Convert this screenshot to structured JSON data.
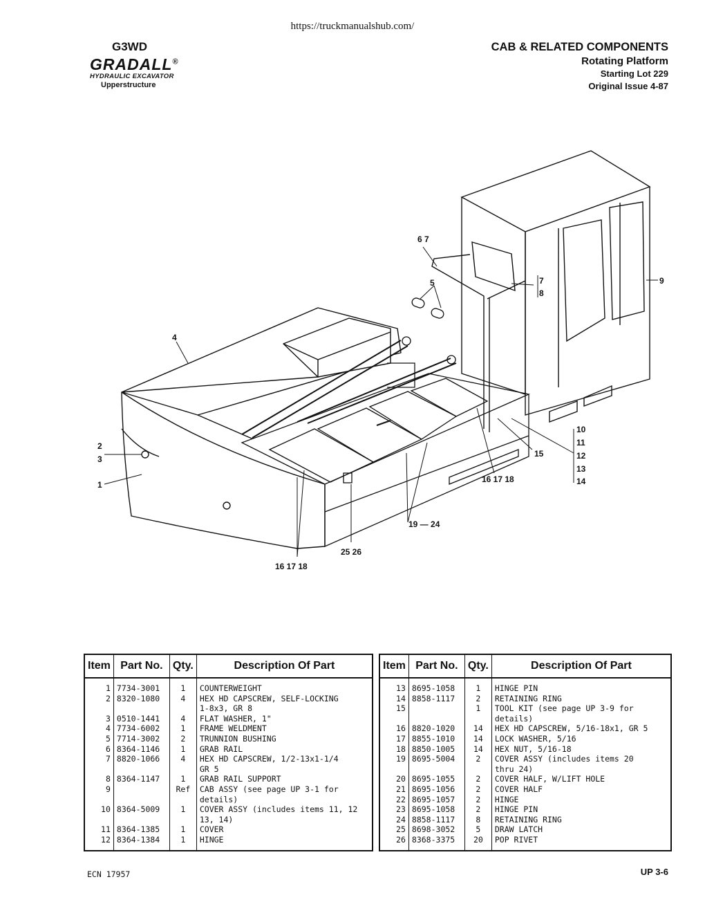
{
  "source_url": "https://truckmanualshub.com/",
  "header": {
    "model": "G3WD",
    "brand": "GRADALL",
    "brand_mark": "®",
    "product": "HYDRAULIC EXCAVATOR",
    "section": "Upperstructure",
    "title": "CAB & RELATED COMPONENTS",
    "subtitle": "Rotating Platform",
    "lot": "Starting Lot 229",
    "issue": "Original Issue 4-87"
  },
  "callouts": {
    "c6_7": "6  7",
    "c5": "5",
    "c7": "7",
    "c8": "8",
    "c9": "9",
    "c4": "4",
    "c2": "2",
    "c3": "3",
    "c1": "1",
    "c10": "10",
    "c11": "11",
    "c12": "12",
    "c13": "13",
    "c14": "14",
    "c15": "15",
    "c16_18a": "16  17  18",
    "c19_24": "19 — 24",
    "c25_26": "25  26",
    "c16_18b": "16  17  18"
  },
  "table": {
    "headers": [
      "Item",
      "Part No.",
      "Qty.",
      "Description Of Part"
    ],
    "left": [
      {
        "item": "1",
        "part": "7734-3001",
        "qty": "1",
        "desc": "COUNTERWEIGHT"
      },
      {
        "item": "2",
        "part": "8320-1080",
        "qty": "4",
        "desc": "HEX HD CAPSCREW, SELF-LOCKING"
      },
      {
        "item": "",
        "part": "",
        "qty": "",
        "desc": "1-8x3, GR 8"
      },
      {
        "item": "3",
        "part": "0510-1441",
        "qty": "4",
        "desc": "FLAT WASHER, 1\""
      },
      {
        "item": "4",
        "part": "7734-6002",
        "qty": "1",
        "desc": "FRAME WELDMENT"
      },
      {
        "item": "5",
        "part": "7714-3002",
        "qty": "2",
        "desc": "TRUNNION BUSHING"
      },
      {
        "item": "6",
        "part": "8364-1146",
        "qty": "1",
        "desc": "GRAB RAIL"
      },
      {
        "item": "7",
        "part": "8820-1066",
        "qty": "4",
        "desc": "HEX HD CAPSCREW, 1/2-13x1-1/4"
      },
      {
        "item": "",
        "part": "",
        "qty": "",
        "desc": "GR 5"
      },
      {
        "item": "8",
        "part": "8364-1147",
        "qty": "1",
        "desc": "GRAB RAIL SUPPORT"
      },
      {
        "item": "9",
        "part": "",
        "qty": "Ref",
        "desc": "CAB ASSY (see page UP 3-1 for"
      },
      {
        "item": "",
        "part": "",
        "qty": "",
        "desc": "details)"
      },
      {
        "item": "10",
        "part": "8364-5009",
        "qty": "1",
        "desc": "COVER ASSY (includes items 11, 12"
      },
      {
        "item": "",
        "part": "",
        "qty": "",
        "desc": "13, 14)"
      },
      {
        "item": "11",
        "part": "8364-1385",
        "qty": "1",
        "desc": "COVER"
      },
      {
        "item": "12",
        "part": "8364-1384",
        "qty": "1",
        "desc": "HINGE"
      }
    ],
    "right": [
      {
        "item": "13",
        "part": "8695-1058",
        "qty": "1",
        "desc": "HINGE PIN"
      },
      {
        "item": "14",
        "part": "8858-1117",
        "qty": "2",
        "desc": "RETAINING RING"
      },
      {
        "item": "15",
        "part": "",
        "qty": "1",
        "desc": "TOOL KIT (see page UP 3-9 for"
      },
      {
        "item": "",
        "part": "",
        "qty": "",
        "desc": "details)"
      },
      {
        "item": "16",
        "part": "8820-1020",
        "qty": "14",
        "desc": "HEX HD CAPSCREW, 5/16-18x1, GR 5"
      },
      {
        "item": "17",
        "part": "8855-1010",
        "qty": "14",
        "desc": "LOCK WASHER, 5/16"
      },
      {
        "item": "18",
        "part": "8850-1005",
        "qty": "14",
        "desc": "HEX NUT, 5/16-18"
      },
      {
        "item": "19",
        "part": "8695-5004",
        "qty": "2",
        "desc": "COVER ASSY (includes items 20"
      },
      {
        "item": "",
        "part": "",
        "qty": "",
        "desc": "thru 24)"
      },
      {
        "item": "20",
        "part": "8695-1055",
        "qty": "2",
        "desc": "COVER HALF, W/LIFT HOLE"
      },
      {
        "item": "21",
        "part": "8695-1056",
        "qty": "2",
        "desc": "COVER HALF"
      },
      {
        "item": "22",
        "part": "8695-1057",
        "qty": "2",
        "desc": "HINGE"
      },
      {
        "item": "23",
        "part": "8695-1058",
        "qty": "2",
        "desc": "HINGE PIN"
      },
      {
        "item": "24",
        "part": "8858-1117",
        "qty": "8",
        "desc": "RETAINING RING"
      },
      {
        "item": "25",
        "part": "8698-3052",
        "qty": "5",
        "desc": "DRAW LATCH"
      },
      {
        "item": "26",
        "part": "8368-3375",
        "qty": "20",
        "desc": "POP RIVET"
      }
    ]
  },
  "footer": {
    "ecn": "ECN 17957",
    "page": "UP 3-6"
  }
}
